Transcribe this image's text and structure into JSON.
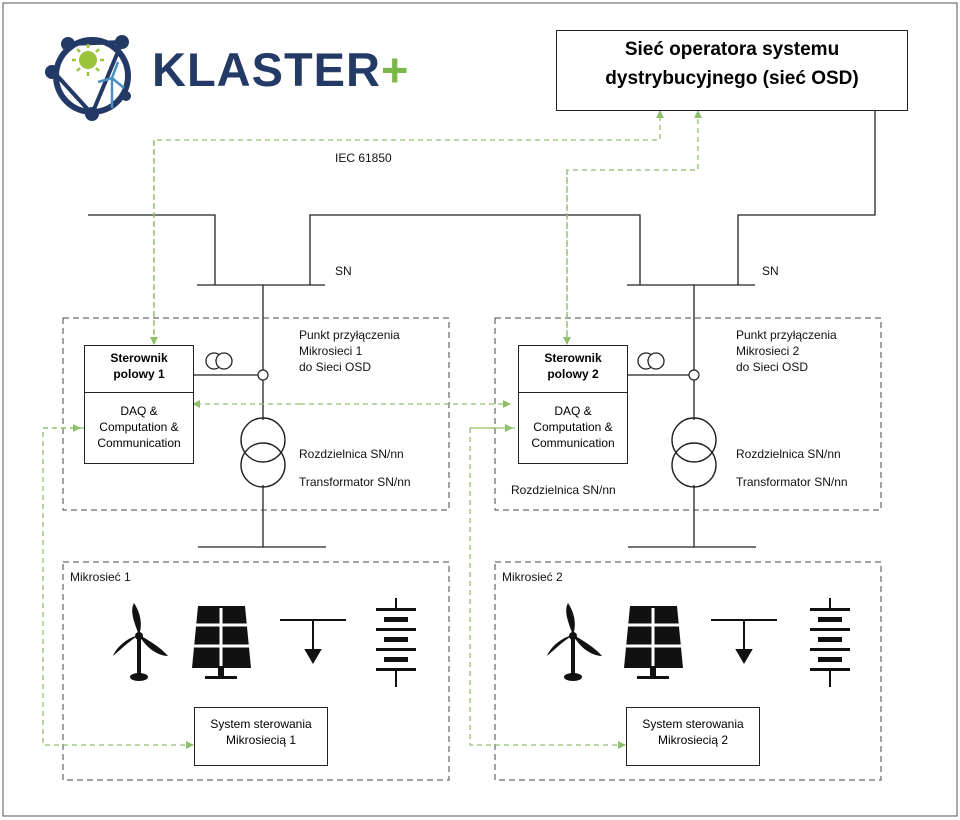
{
  "logo": {
    "text": "KLASTER",
    "plus": "+"
  },
  "osd": {
    "line1": "Sieć operatora systemu",
    "line2": "dystrybucyjnego (sieć OSD)"
  },
  "protocol": "IEC 61850",
  "bus_label_left": "SN",
  "bus_label_right": "SN",
  "site1": {
    "controller_title_1": "Sterownik",
    "controller_title_2": "polowy 1",
    "controller_sub_1": "DAQ &",
    "controller_sub_2": "Computation &",
    "controller_sub_3": "Communication",
    "connection_1": "Punkt przyłączenia",
    "connection_2": "Mikrosieci 1",
    "connection_3": "do Sieci OSD",
    "switchgear": "Rozdzielnica SN/nn",
    "transformer": "Transformator SN/nn",
    "microgrid_title": "Mikrosieć 1",
    "system_1": "System sterowania",
    "system_2": "Mikrosiecią 1"
  },
  "site2": {
    "controller_title_1": "Sterownik",
    "controller_title_2": "polowy 2",
    "controller_sub_1": "DAQ &",
    "controller_sub_2": "Computation &",
    "controller_sub_3": "Communication",
    "connection_1": "Punkt przyłączenia",
    "connection_2": "Mikrosieci 2",
    "connection_3": "do Sieci OSD",
    "switchgear": "Rozdzielnica SN/nn",
    "switchgear_extra": "Rozdzielnica SN/nn",
    "transformer": "Transformator SN/nn",
    "microgrid_title": "Mikrosieć 2",
    "system_1": "System sterowania",
    "system_2": "Mikrosiecią 2"
  },
  "colors": {
    "link": "#8fbf6a",
    "line": "#222222",
    "brand_blue": "#243a66",
    "brand_green": "#7ab648",
    "sun": "#9bc53d",
    "wind_blue": "#4a90c2"
  }
}
